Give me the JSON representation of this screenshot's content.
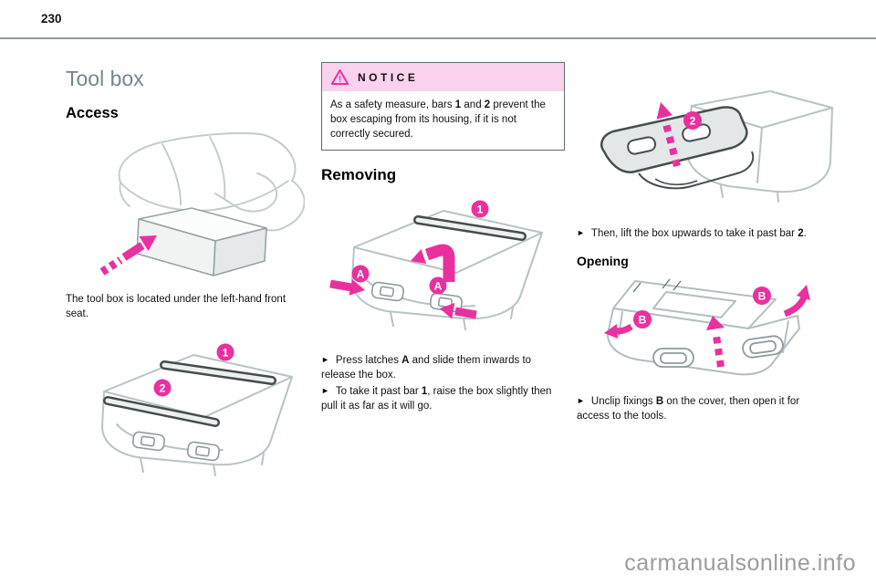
{
  "page": {
    "number": "230",
    "watermark": "carmanualsonline.info"
  },
  "glyphs": {
    "bullet": "►",
    "warning_mark": "!"
  },
  "colors": {
    "accent_magenta": "#e9309f",
    "notice_pink": "#fad2ee",
    "title_teal_gray": "#72868a",
    "header_rule_gray": "#8d9da0",
    "line_art_gray": "#b7c3c4",
    "dark_line": "#454c4e",
    "watermark_gray": "#9c9c9c"
  },
  "left": {
    "title": "Tool box",
    "heading": "Access",
    "caption": "The tool box is located under the left-hand front seat.",
    "figure_bars": {
      "bar1": "1",
      "bar2": "2"
    }
  },
  "middle": {
    "notice": {
      "title": "NOTICE",
      "body": [
        {
          "t": "As a safety measure, bars "
        },
        {
          "t": "1",
          "b": true
        },
        {
          "t": " and "
        },
        {
          "t": "2",
          "b": true
        },
        {
          "t": " prevent the box escaping from its housing, if it is not correctly secured."
        }
      ]
    },
    "heading": "Removing",
    "figure_removing": {
      "bar1": "1",
      "latchA": "A"
    },
    "bullets": [
      [
        {
          "t": "Press latches "
        },
        {
          "t": "A",
          "b": true
        },
        {
          "t": " and slide them inwards to release the box."
        }
      ],
      [
        {
          "t": "To take it past bar "
        },
        {
          "t": "1",
          "b": true
        },
        {
          "t": ", raise the box slightly then pull it as far as it will go."
        }
      ]
    ]
  },
  "right": {
    "figure_lift": {
      "bar2": "2"
    },
    "bullet_lift": [
      {
        "t": "Then, lift the box upwards to take it past bar "
      },
      {
        "t": "2",
        "b": true
      },
      {
        "t": "."
      }
    ],
    "heading": "Opening",
    "figure_open": {
      "fixingB": "B"
    },
    "bullet_open": [
      {
        "t": "Unclip fixings "
      },
      {
        "t": "B",
        "b": true
      },
      {
        "t": " on the cover, then open it for access to the tools."
      }
    ]
  }
}
